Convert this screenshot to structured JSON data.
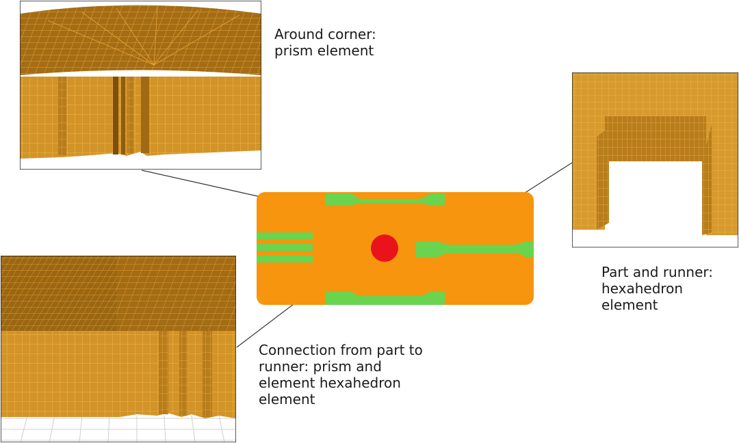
{
  "annotations": {
    "around_corner": [
      "Around corner:",
      "prism element"
    ],
    "part_runner": [
      "Part and runner:",
      "hexahedron",
      "element"
    ],
    "connection": [
      "Connection from part to",
      "runner: prism and",
      "element hexahedron",
      "element"
    ]
  },
  "colors": {
    "mesh_fill": "#c88a1e",
    "mesh_fill_dark": "#8a5a10",
    "mesh_fill_light": "#d9a032",
    "mesh_line": "#f5b341",
    "part_body": "#f7950f",
    "runner_green": "#6ad44e",
    "gate_red": "#e8141a",
    "panel_border": "#222222",
    "leader_line": "#333333",
    "floor_grid": "#cfcfcf"
  }
}
